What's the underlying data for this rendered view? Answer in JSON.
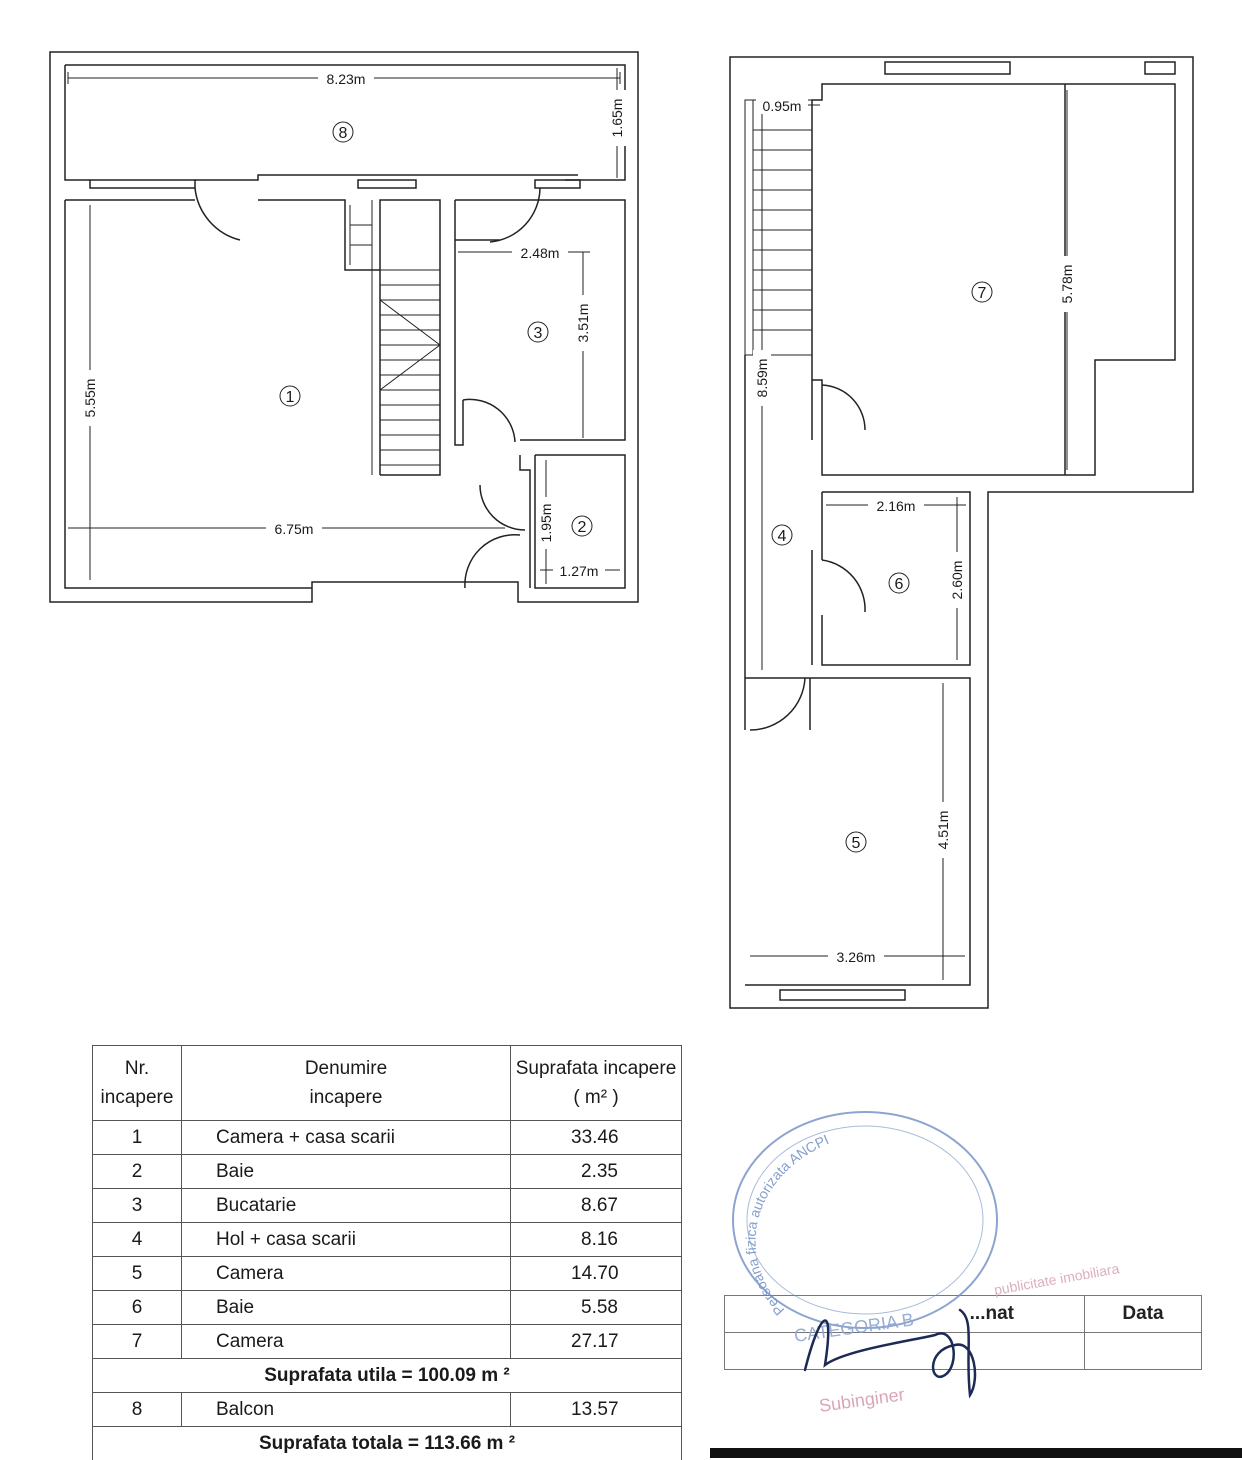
{
  "dimensions": {
    "d_823": "8.23m",
    "d_165": "1.65m",
    "d_248": "2.48m",
    "d_351": "3.51m",
    "d_555": "5.55m",
    "d_675": "6.75m",
    "d_195": "1.95m",
    "d_127": "1.27m",
    "d_095": "0.95m",
    "d_859": "8.59m",
    "d_578": "5.78m",
    "d_216": "2.16m",
    "d_260": "2.60m",
    "d_451": "4.51m",
    "d_326": "3.26m"
  },
  "room_markers": [
    "1",
    "2",
    "3",
    "4",
    "5",
    "6",
    "7",
    "8"
  ],
  "table": {
    "headers": {
      "nr_line1": "Nr.",
      "nr_line2": "incapere",
      "name_line1": "Denumire",
      "name_line2": "incapere",
      "area_line1": "Suprafata incapere",
      "area_line2": "( m² )"
    },
    "rows": [
      {
        "nr": "1",
        "name": "Camera + casa scarii",
        "area": "33.46"
      },
      {
        "nr": "2",
        "name": "Baie",
        "area": "2.35"
      },
      {
        "nr": "3",
        "name": "Bucatarie",
        "area": "8.67"
      },
      {
        "nr": "4",
        "name": "Hol + casa scarii",
        "area": "8.16"
      },
      {
        "nr": "5",
        "name": "Camera",
        "area": "14.70"
      },
      {
        "nr": "6",
        "name": "Baie",
        "area": "5.58"
      },
      {
        "nr": "7",
        "name": "Camera",
        "area": "27.17"
      }
    ],
    "useful_total": "Suprafata utila = 100.09 m ²",
    "balcony": {
      "nr": "8",
      "name": "Balcon",
      "area": "13.57"
    },
    "grand_total": "Suprafata totala = 113.66 m ²"
  },
  "signature_table": {
    "left_header": "...nat",
    "right_header": "Data"
  },
  "stamp": {
    "ring_text": "Persoana fizica autorizata ANCPI",
    "line1": "CATEGORIA B",
    "line2": "Subinginer",
    "faint_text": "publicitate imobiliara"
  },
  "colors": {
    "ink": "#1a1a1a",
    "stamp_blue": "#6f8fc4",
    "stamp_pink": "#d9a6b6"
  }
}
